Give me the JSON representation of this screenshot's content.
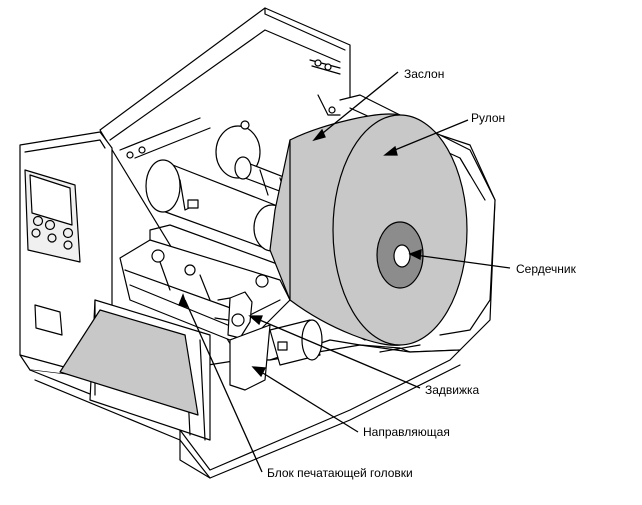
{
  "labels": {
    "shutter": "Заслон",
    "roll": "Рулон",
    "core": "Сердечник",
    "latch": "Задвижка",
    "guide": "Направляющая",
    "printhead_block": "Блок печатающей головки"
  },
  "colors": {
    "line": "#000000",
    "paper": "#c8c8c8",
    "core": "#8c8c8c",
    "body": "#ffffff",
    "shadow": "#e6e6e6"
  }
}
